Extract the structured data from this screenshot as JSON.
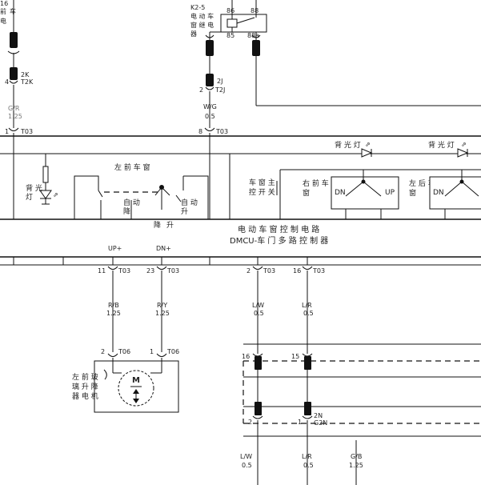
{
  "top_left": {
    "num": "16",
    "c1": "前",
    "c2": "电",
    "sub": "车"
  },
  "relay": {
    "title": "K2-5",
    "line1": "电 动 车",
    "line2": "窗 继 电",
    "line3": "器",
    "pin86": "86",
    "pin88": "88",
    "pin85": "85",
    "pin88a": "88a"
  },
  "c2k": {
    "pin": "4",
    "name": "2K",
    "code": "T2K"
  },
  "c2j": {
    "pin": "2",
    "name": "2J",
    "code": "T2J"
  },
  "wire_left": {
    "color": "G/R",
    "gauge": "1.25"
  },
  "wire_mid": {
    "color": "W/G",
    "gauge": "0.5"
  },
  "t03_left": {
    "pin": "1",
    "code": "T03"
  },
  "t03_mid": {
    "pin": "8",
    "code": "T03"
  },
  "module": {
    "title_cn": "电 动 车 窗 控 制 电 路",
    "title_en": "DMCU-车 门 多 路 控 制 器",
    "left_window": "左 前 车 窗",
    "backlight": "背 光",
    "light": "灯",
    "auto_down": "自 动",
    "auto_down2": "降",
    "auto_up": "自 动",
    "auto_up2": "升",
    "down": "降",
    "up": "升",
    "backlight_right1": "背 光 灯",
    "backlight_right2": "背 光 灯",
    "main_switch1": "车 窗 主",
    "main_switch2": "控 开 关",
    "right_front1": "右 前 车",
    "right_front2": "窗",
    "left_rear1": "左 后 车",
    "left_rear2": "窗",
    "dn": "DN",
    "up_label": "UP",
    "dn2": "DN"
  },
  "bottom_pins": {
    "up": {
      "label": "UP+",
      "pin": "11",
      "code": "T03"
    },
    "dn": {
      "label": "DN+",
      "pin": "23",
      "code": "T03"
    },
    "p2": {
      "pin": "2",
      "code": "T03"
    },
    "p16": {
      "pin": "16",
      "code": "T03"
    }
  },
  "wires_bottom": {
    "rb": {
      "color": "R/B",
      "gauge": "1.25"
    },
    "ry": {
      "color": "R/Y",
      "gauge": "1.25"
    },
    "lw": {
      "color": "L/W",
      "gauge": "0.5"
    },
    "lr": {
      "color": "L/R",
      "gauge": "0.5"
    },
    "lw2": {
      "color": "L/W",
      "gauge": "0.5"
    },
    "lr2": {
      "color": "L/R",
      "gauge": "0.5"
    },
    "gb": {
      "color": "G/B",
      "gauge": "1.25"
    }
  },
  "motor": {
    "pin2": "2",
    "pin1": "1",
    "code": "T06",
    "code2": "T06",
    "symbol": "M",
    "l1": "左 前 玻",
    "l2": "璃 升 降",
    "l3": "器 电 机"
  },
  "connector_2n": {
    "pin16": "16",
    "pin15": "15",
    "pin2": "2",
    "pin1": "1",
    "name": "2N",
    "code": "G2N"
  }
}
